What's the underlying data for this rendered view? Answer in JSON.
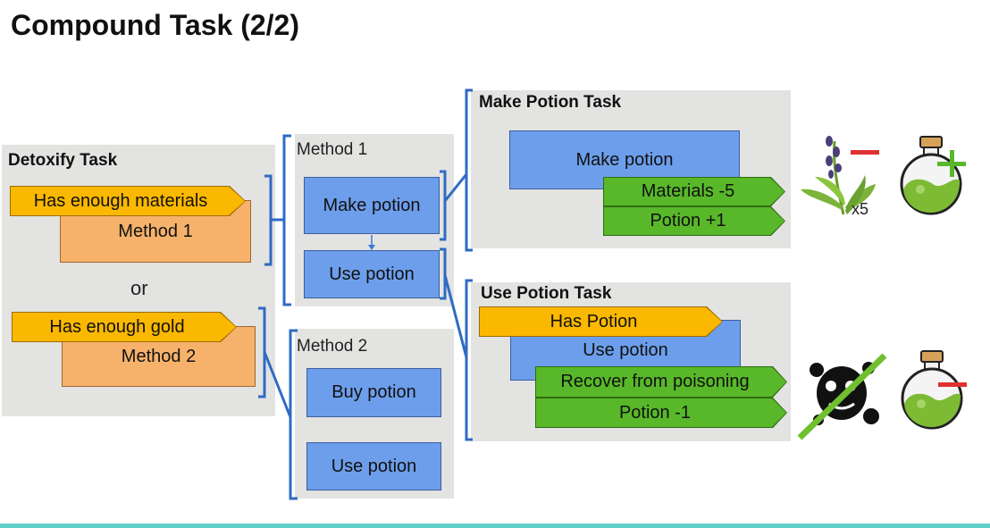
{
  "slide": {
    "title": "Compound Task (2/2)"
  },
  "detoxify": {
    "title": "Detoxify Task",
    "cond1": "Has enough materials",
    "method1": "Method 1",
    "or": "or",
    "cond2": "Has enough gold",
    "method2": "Method 2"
  },
  "method1_panel": {
    "label": "Method 1",
    "step1": "Make potion",
    "step2": "Use potion"
  },
  "method2_panel": {
    "label": "Method 2",
    "step1": "Buy potion",
    "step2": "Use potion"
  },
  "make_potion_task": {
    "title": "Make Potion Task",
    "action": "Make potion",
    "effect1": "Materials -5",
    "effect2": "Potion +1"
  },
  "use_potion_task": {
    "title": "Use Potion Task",
    "condition": "Has Potion",
    "action": "Use potion",
    "effect1": "Recover from poisoning",
    "effect2": "Potion -1"
  },
  "icons": {
    "herb_count": "x5",
    "herb": "lavender-herb-icon",
    "potion": "potion-bottle-icon",
    "poison": "poison-splat-icon"
  },
  "colors": {
    "panel": "#e3e3e1",
    "action_blue": "#6d9eeb",
    "method_orange": "#f6b26b",
    "condition_yellow": "#fbb800",
    "effect_green": "#58b82a",
    "connector_blue": "#2f6bc4",
    "minus_red": "#e03131",
    "plus_green": "#58b82a"
  }
}
